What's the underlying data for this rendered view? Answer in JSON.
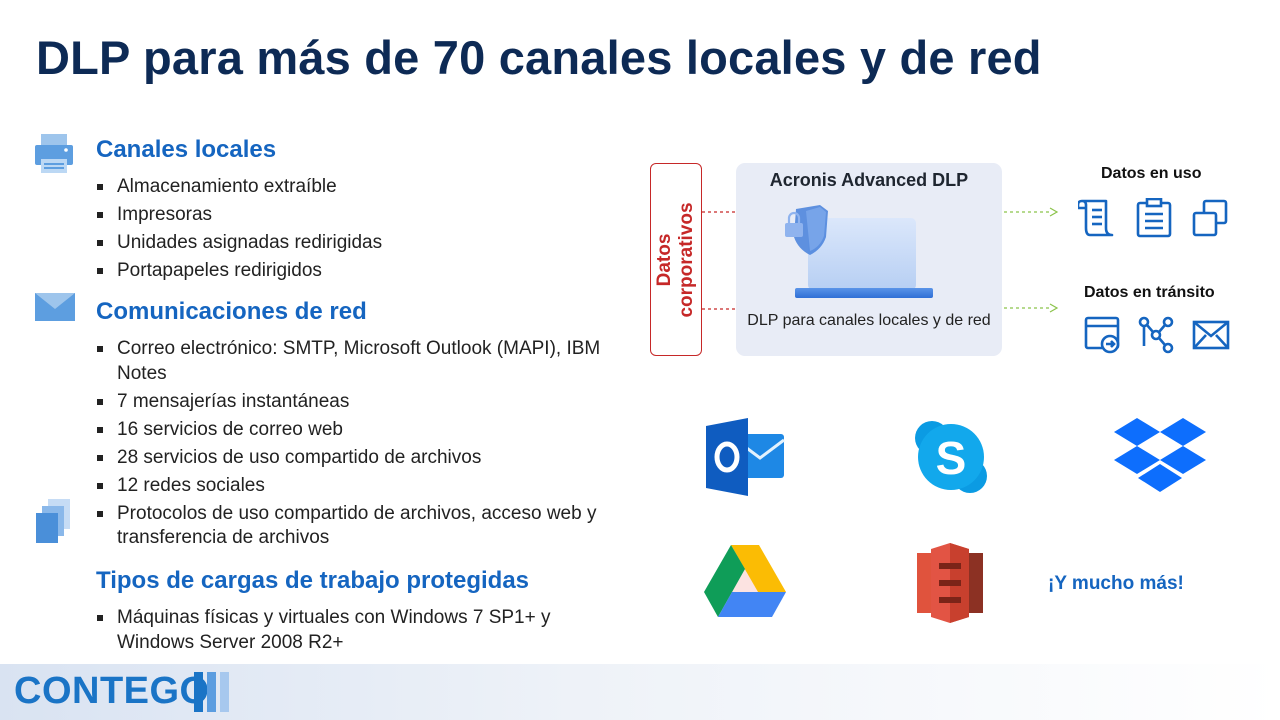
{
  "title": "DLP para más de 70 canales locales y de red",
  "sections": {
    "local": {
      "heading": "Canales locales",
      "items": [
        "Almacenamiento extraíble",
        "Impresoras",
        "Unidades asignadas redirigidas",
        "Portapapeles redirigidos"
      ]
    },
    "network": {
      "heading": "Comunicaciones de red",
      "items": [
        "Correo electrónico: SMTP, Microsoft Outlook (MAPI), IBM Notes",
        "7 mensajerías instantáneas",
        "16 servicios de correo web",
        "28 servicios de uso compartido de archivos",
        "12 redes sociales",
        "Protocolos de uso compartido de archivos, acceso web y transferencia de archivos"
      ]
    },
    "workloads": {
      "heading": "Tipos de cargas de trabajo protegidas",
      "items": [
        "Máquinas físicas y virtuales con Windows 7 SP1+ y Windows Server 2008 R2+"
      ]
    }
  },
  "diagram": {
    "corporate_label": "Datos corporativos",
    "center_title": "Acronis Advanced DLP",
    "center_caption": "DLP para canales locales y de red",
    "in_use_label": "Datos en uso",
    "in_transit_label": "Datos en tránsito",
    "in_use_icons": [
      "script-icon",
      "clipboard-list-icon",
      "copy-windows-icon"
    ],
    "in_transit_icons": [
      "browser-window-icon",
      "network-nodes-icon",
      "envelope-icon"
    ]
  },
  "apps": [
    "outlook-logo",
    "skype-logo",
    "dropbox-logo",
    "google-drive-logo",
    "aws-s3-logo"
  ],
  "more_label": "¡Y mucho más!",
  "footer": {
    "logo": "CONTEGO"
  },
  "colors": {
    "title": "#0d2a55",
    "heading": "#1565c0",
    "corporate": "#c62828",
    "icon_blue": "#1565c0",
    "arrow": "#8bc34a"
  }
}
